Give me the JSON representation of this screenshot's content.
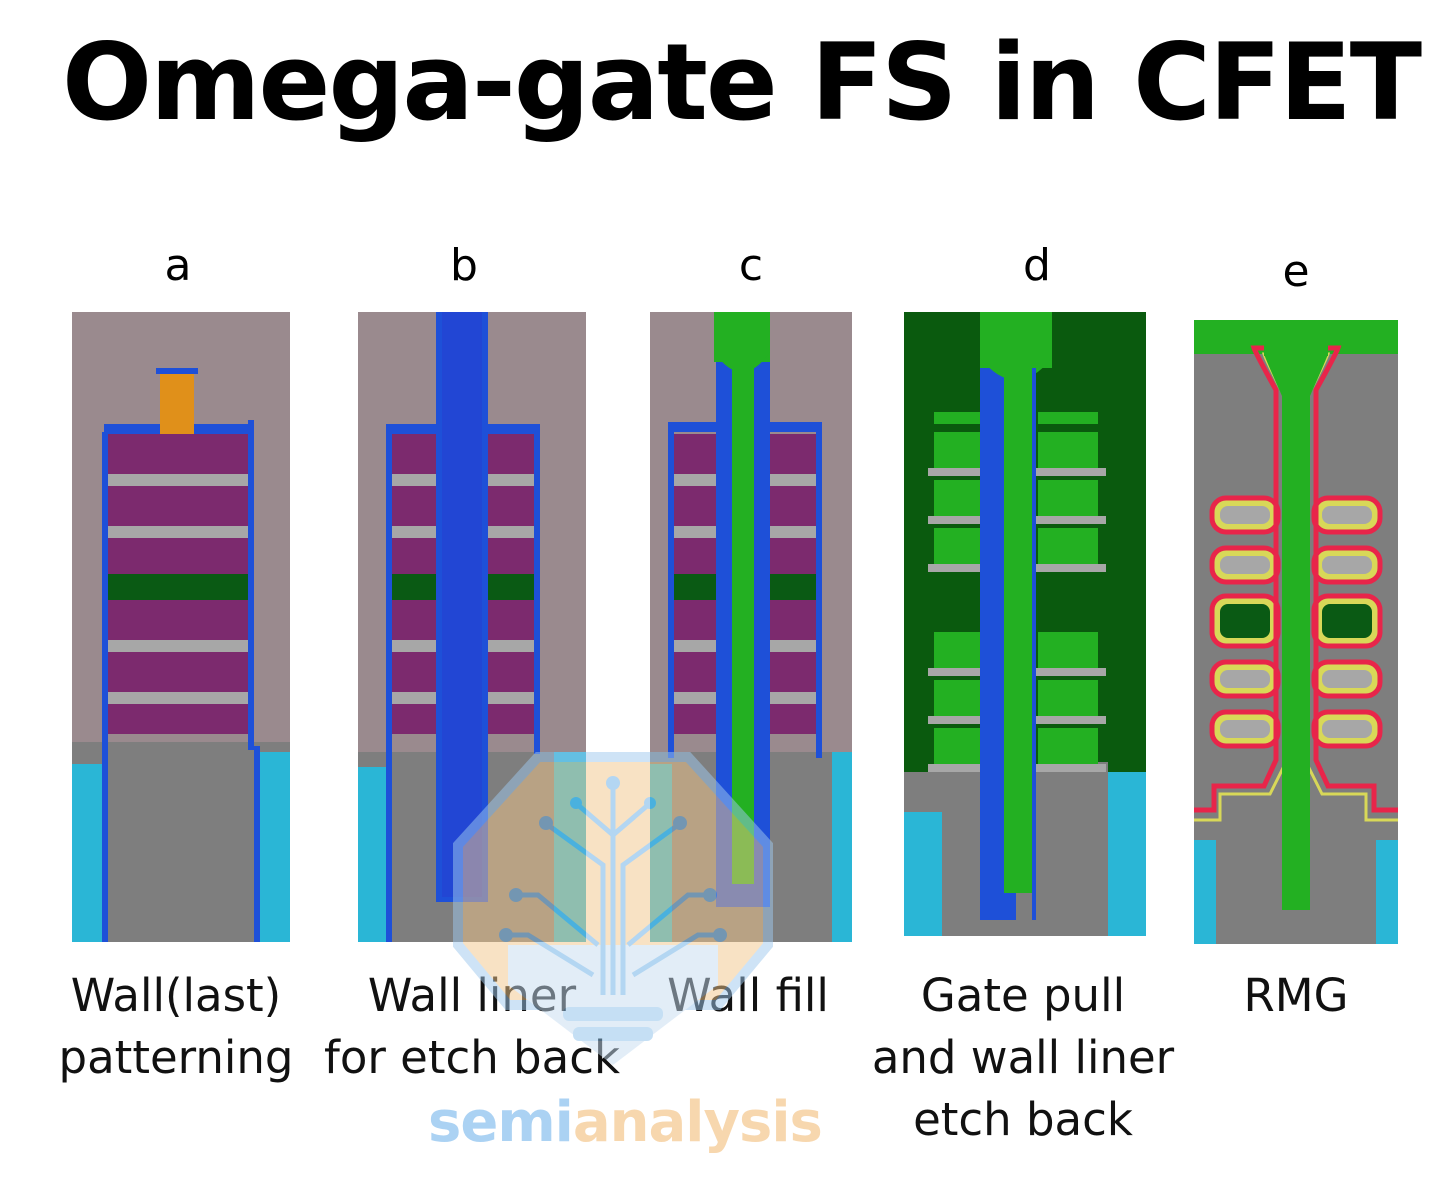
{
  "title": "Omega-gate FS in CFET",
  "colors": {
    "background_fill": "#9a8a8e",
    "substrate_gray": "#7e7e7e",
    "sti_cyan": "#2ab6d6",
    "liner_blue": "#1e50d8",
    "sige_purple": "#7c2a6e",
    "si_channel_gray": "#a7a7a7",
    "middle_green": "#0a5a14",
    "mask_orange": "#e0901a",
    "gate_green": "#23b022",
    "rmg_red": "#e8254a",
    "rmg_yellow": "#d8d858"
  },
  "steps": [
    {
      "letter": "a",
      "caption_lines": [
        "Wall(last)",
        "patterning"
      ]
    },
    {
      "letter": "b",
      "caption_lines": [
        "Wall liner",
        "for etch back"
      ]
    },
    {
      "letter": "c",
      "caption_lines": [
        "Wall fill"
      ]
    },
    {
      "letter": "d",
      "caption_lines": [
        "Gate pull",
        "and wall liner",
        "etch back"
      ]
    },
    {
      "letter": "e",
      "caption_lines": [
        "RMG"
      ]
    }
  ],
  "watermark": {
    "part1": "semi",
    "part2": "analysis"
  }
}
